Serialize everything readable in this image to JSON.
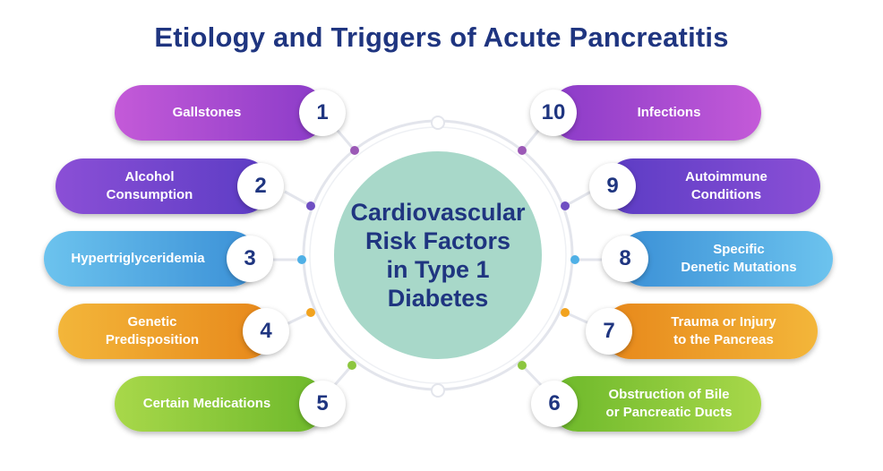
{
  "title": "Etiology and Triggers of Acute Pancreatitis",
  "center": "Cardiovascular\nRisk Factors\nin Type 1\nDiabetes",
  "colors": {
    "title": "#1f3580",
    "center_fill": "#a8d8c9",
    "ring": "#e3e5ec",
    "dot_purple": "#9b59b6",
    "dot_violet": "#6f4fc2",
    "dot_blue": "#4fb0e6",
    "dot_orange": "#f2a31e",
    "dot_green": "#8cc63f"
  },
  "items": [
    {
      "number": "1",
      "label": "Gallstones"
    },
    {
      "number": "2",
      "label": "Alcohol\nConsumption"
    },
    {
      "number": "3",
      "label": "Hypertriglyceridemia"
    },
    {
      "number": "4",
      "label": "Genetic\nPredisposition"
    },
    {
      "number": "5",
      "label": "Certain Medications"
    },
    {
      "number": "6",
      "label": "Obstruction of Bile\nor Pancreatic Ducts"
    },
    {
      "number": "7",
      "label": "Trauma or Injury\nto the Pancreas"
    },
    {
      "number": "8",
      "label": "Specific\nDenetic Mutations"
    },
    {
      "number": "9",
      "label": "Autoimmune\nConditions"
    },
    {
      "number": "10",
      "label": "Infections"
    }
  ]
}
